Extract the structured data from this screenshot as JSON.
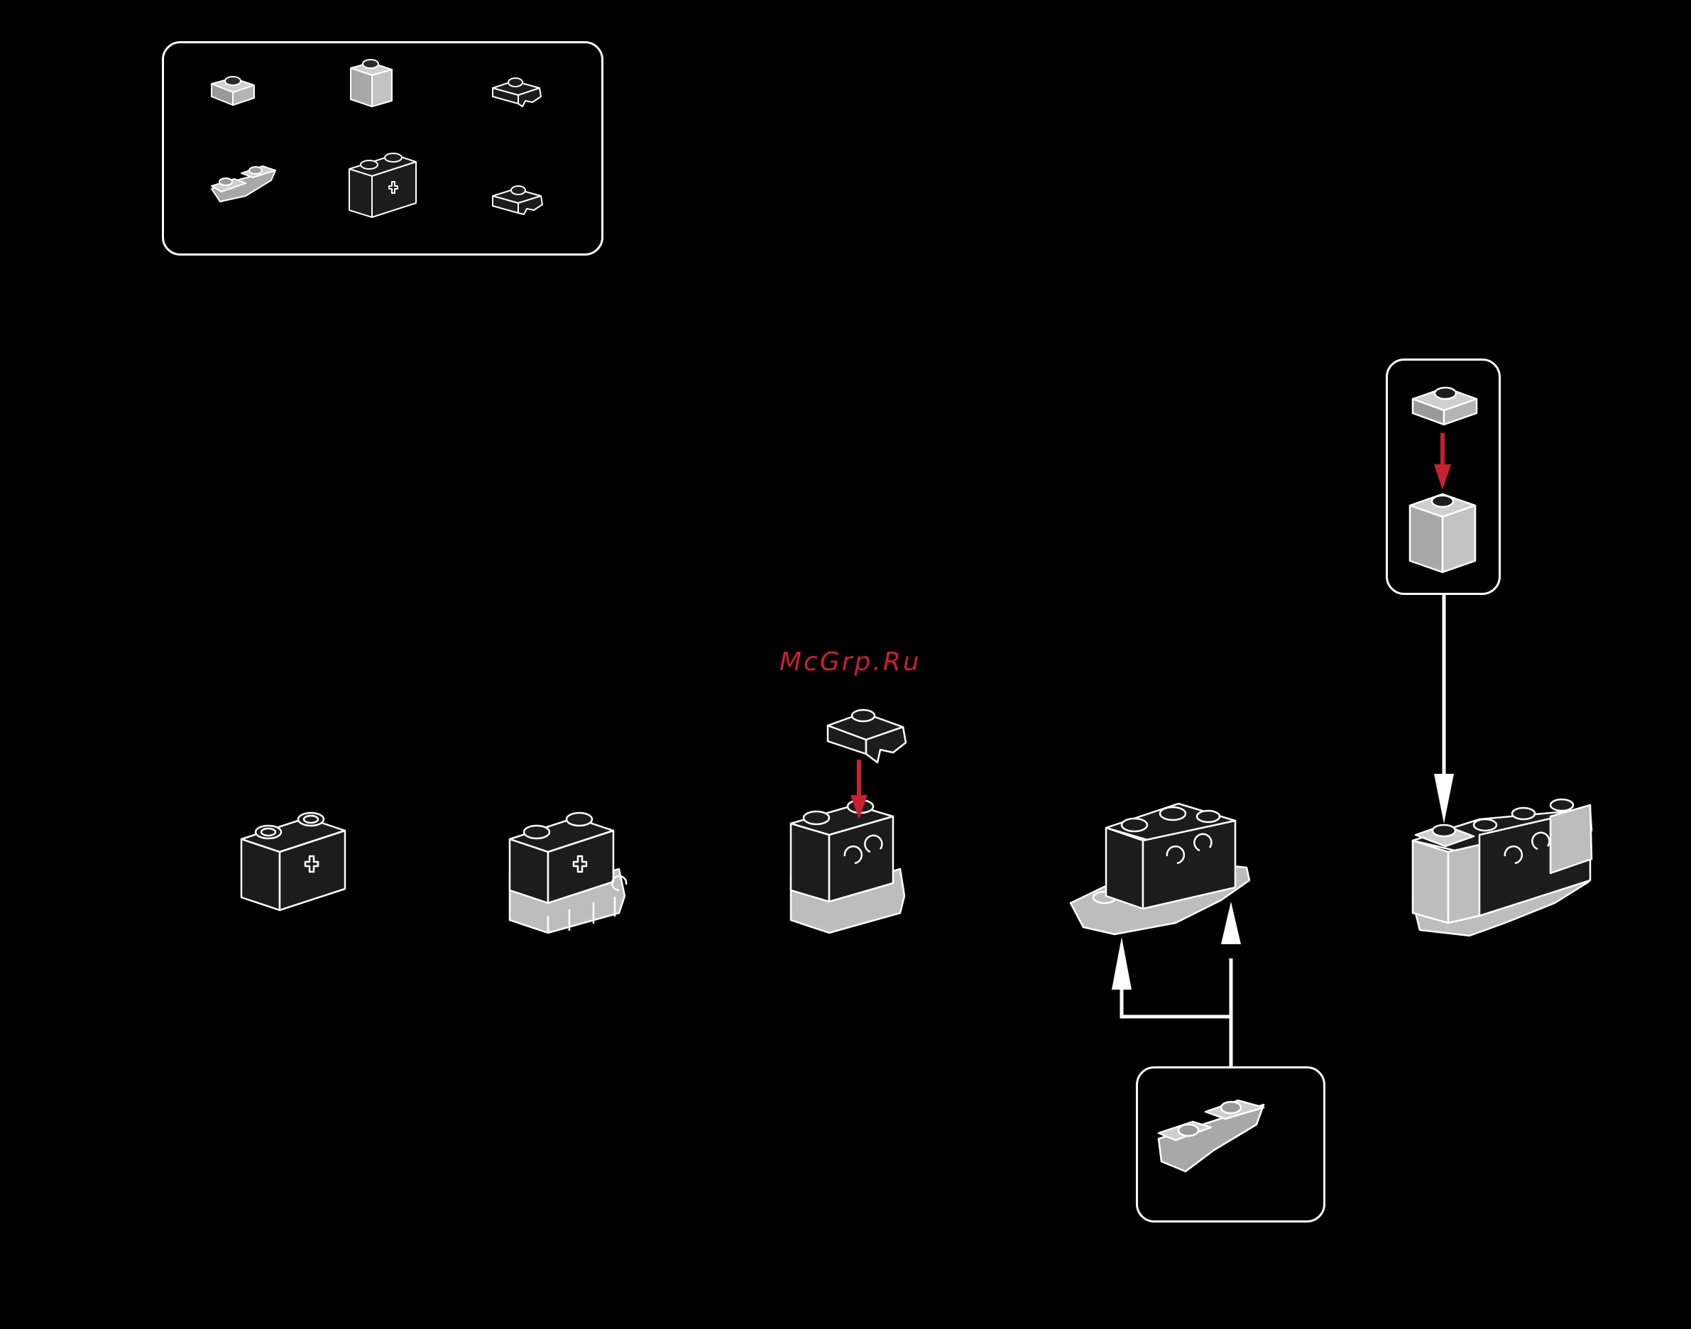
{
  "watermark": {
    "text": "McGrp.Ru",
    "color": "#c8202e"
  },
  "colors": {
    "background": "#000000",
    "line": "#ffffff",
    "arrow_red": "#c8202e",
    "brick_dark": "#1c1c1c",
    "brick_light": "#bdbdbd"
  },
  "parts_list": {
    "items": [
      {
        "name": "plate-1x1",
        "color": "light"
      },
      {
        "name": "brick-1x1",
        "color": "light"
      },
      {
        "name": "plate-1x1-clip",
        "color": "dark"
      },
      {
        "name": "inverted-slope-1x2",
        "color": "light"
      },
      {
        "name": "technic-brick-1x2-axle",
        "color": "dark"
      },
      {
        "name": "plate-1x1-clip",
        "color": "dark"
      }
    ]
  },
  "sub_assembly": {
    "parts": [
      "plate-1x1",
      "brick-1x1"
    ]
  },
  "step_callout": {
    "parts": [
      "inverted-slope-1x2"
    ],
    "quantity_arrows": 2
  }
}
